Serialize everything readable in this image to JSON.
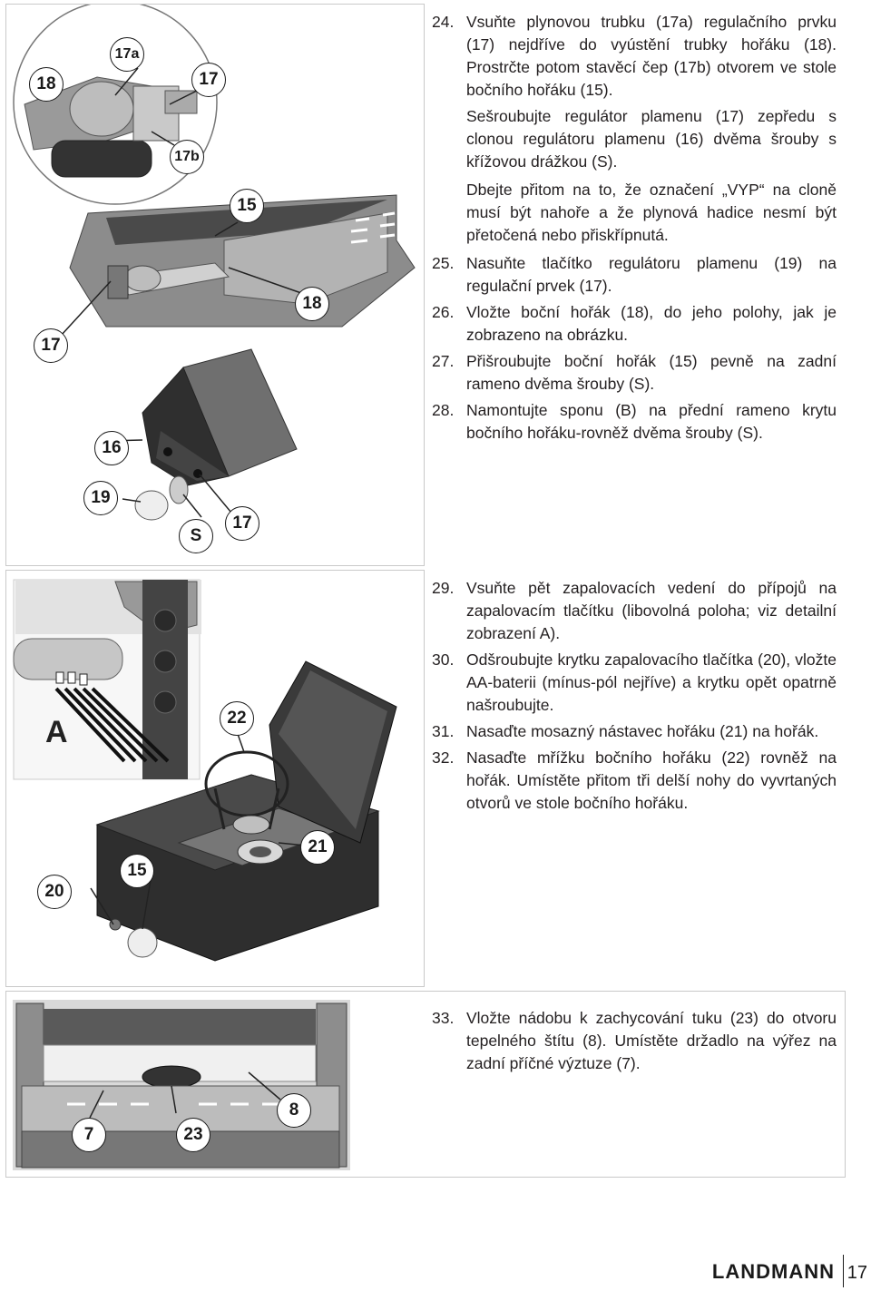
{
  "section1": {
    "callouts": [
      "18",
      "17a",
      "17",
      "17b",
      "15",
      "18",
      "17",
      "16",
      "19",
      "S",
      "17"
    ],
    "steps": [
      {
        "num": "24.",
        "text": "Vsuňte plynovou trubku (17a) regulačního prvku (17) nejdříve do vyústění trubky hořáku (18). Prostrčte potom stavěcí čep (17b) otvorem ve stole bočního hořáku (15)."
      },
      {
        "num": "",
        "text": "Sešroubujte regulátor plamenu (17) zepředu s clonou regulátoru plamenu (16) dvěma šrouby s křížovou drážkou (S)."
      },
      {
        "num": "",
        "text": "Dbejte přitom na to, že označení „VYP“ na cloně musí být nahoře a že plynová hadice nesmí být přetočená nebo přiskřípnutá."
      },
      {
        "num": "25.",
        "text": "Nasuňte tlačítko regulátoru plamenu (19) na regulační prvek (17)."
      },
      {
        "num": "26.",
        "text": "Vložte boční hořák (18), do jeho polohy, jak je zobrazeno na obrázku."
      },
      {
        "num": "27.",
        "text": "Přišroubujte boční hořák (15) pevně na zadní rameno dvěma šrouby (S)."
      },
      {
        "num": "28.",
        "text": "Namontujte sponu (B) na přední rameno krytu bočního hořáku-rovněž dvěma šrouby (S)."
      }
    ]
  },
  "section2": {
    "detail_label": "A",
    "callouts": [
      "22",
      "21",
      "20",
      "15"
    ],
    "steps": [
      {
        "num": "29.",
        "text": "Vsuňte pět zapalovacích vedení do přípojů na zapalovacím tlačítku (libovolná poloha; viz detailní zobrazení A)."
      },
      {
        "num": "30.",
        "text": "Odšroubujte krytku zapalovacího tlačítka (20), vložte AA-baterii (mínus-pól nejříve) a krytku opět opatrně našroubujte."
      },
      {
        "num": "31.",
        "text": "Nasaďte mosazný nástavec hořáku (21) na hořák."
      },
      {
        "num": "32.",
        "text": "Nasaďte mřížku bočního hořáku (22) rovněž na hořák. Umístěte přitom tři delší nohy do vyvrtaných otvorů ve stole bočního hořáku."
      }
    ]
  },
  "section3": {
    "callouts": [
      "8",
      "7",
      "23"
    ],
    "steps": [
      {
        "num": "33.",
        "text": "Vložte nádobu k zachycování tuku (23) do otvoru tepelného štítu (8). Umístěte držadlo na výřez na zadní příčné výztuze (7)."
      }
    ]
  },
  "footer": {
    "brand": "LANDMANN",
    "page": "17"
  }
}
